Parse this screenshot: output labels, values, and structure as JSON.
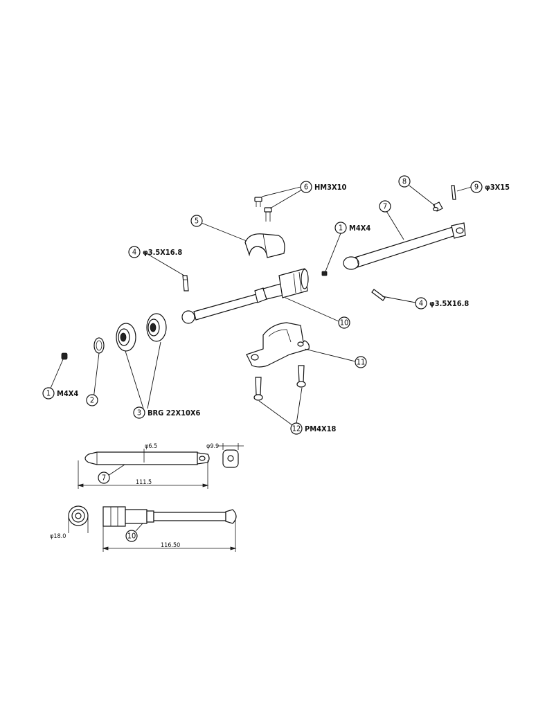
{
  "callouts": [
    {
      "id": "c6",
      "num": "6",
      "text": "HM3X10"
    },
    {
      "id": "c8",
      "num": "8",
      "text": ""
    },
    {
      "id": "c9",
      "num": "9",
      "text": "φ3X15"
    },
    {
      "id": "c7",
      "num": "7",
      "text": ""
    },
    {
      "id": "c5",
      "num": "5",
      "text": ""
    },
    {
      "id": "c1a",
      "num": "1",
      "text": "M4X4"
    },
    {
      "id": "c4a",
      "num": "4",
      "text": "φ3.5X16.8"
    },
    {
      "id": "c4b",
      "num": "4",
      "text": "φ3.5X16.8"
    },
    {
      "id": "c10",
      "num": "10",
      "text": ""
    },
    {
      "id": "c11",
      "num": "11",
      "text": ""
    },
    {
      "id": "c1b",
      "num": "1",
      "text": "M4X4"
    },
    {
      "id": "c2",
      "num": "2",
      "text": ""
    },
    {
      "id": "c3",
      "num": "3",
      "text": "BRG 22X10X6"
    },
    {
      "id": "c12",
      "num": "12",
      "text": "PM4X18"
    },
    {
      "id": "d7",
      "num": "7",
      "text": ""
    },
    {
      "id": "d10",
      "num": "10",
      "text": ""
    }
  ],
  "dimensions": {
    "part7_shaft_diameter": "φ6.5",
    "part7_end_diameter": "φ9.9",
    "part7_length": "111.5",
    "part10_cup_diameter": "φ18.0",
    "part10_length": "116.50"
  }
}
